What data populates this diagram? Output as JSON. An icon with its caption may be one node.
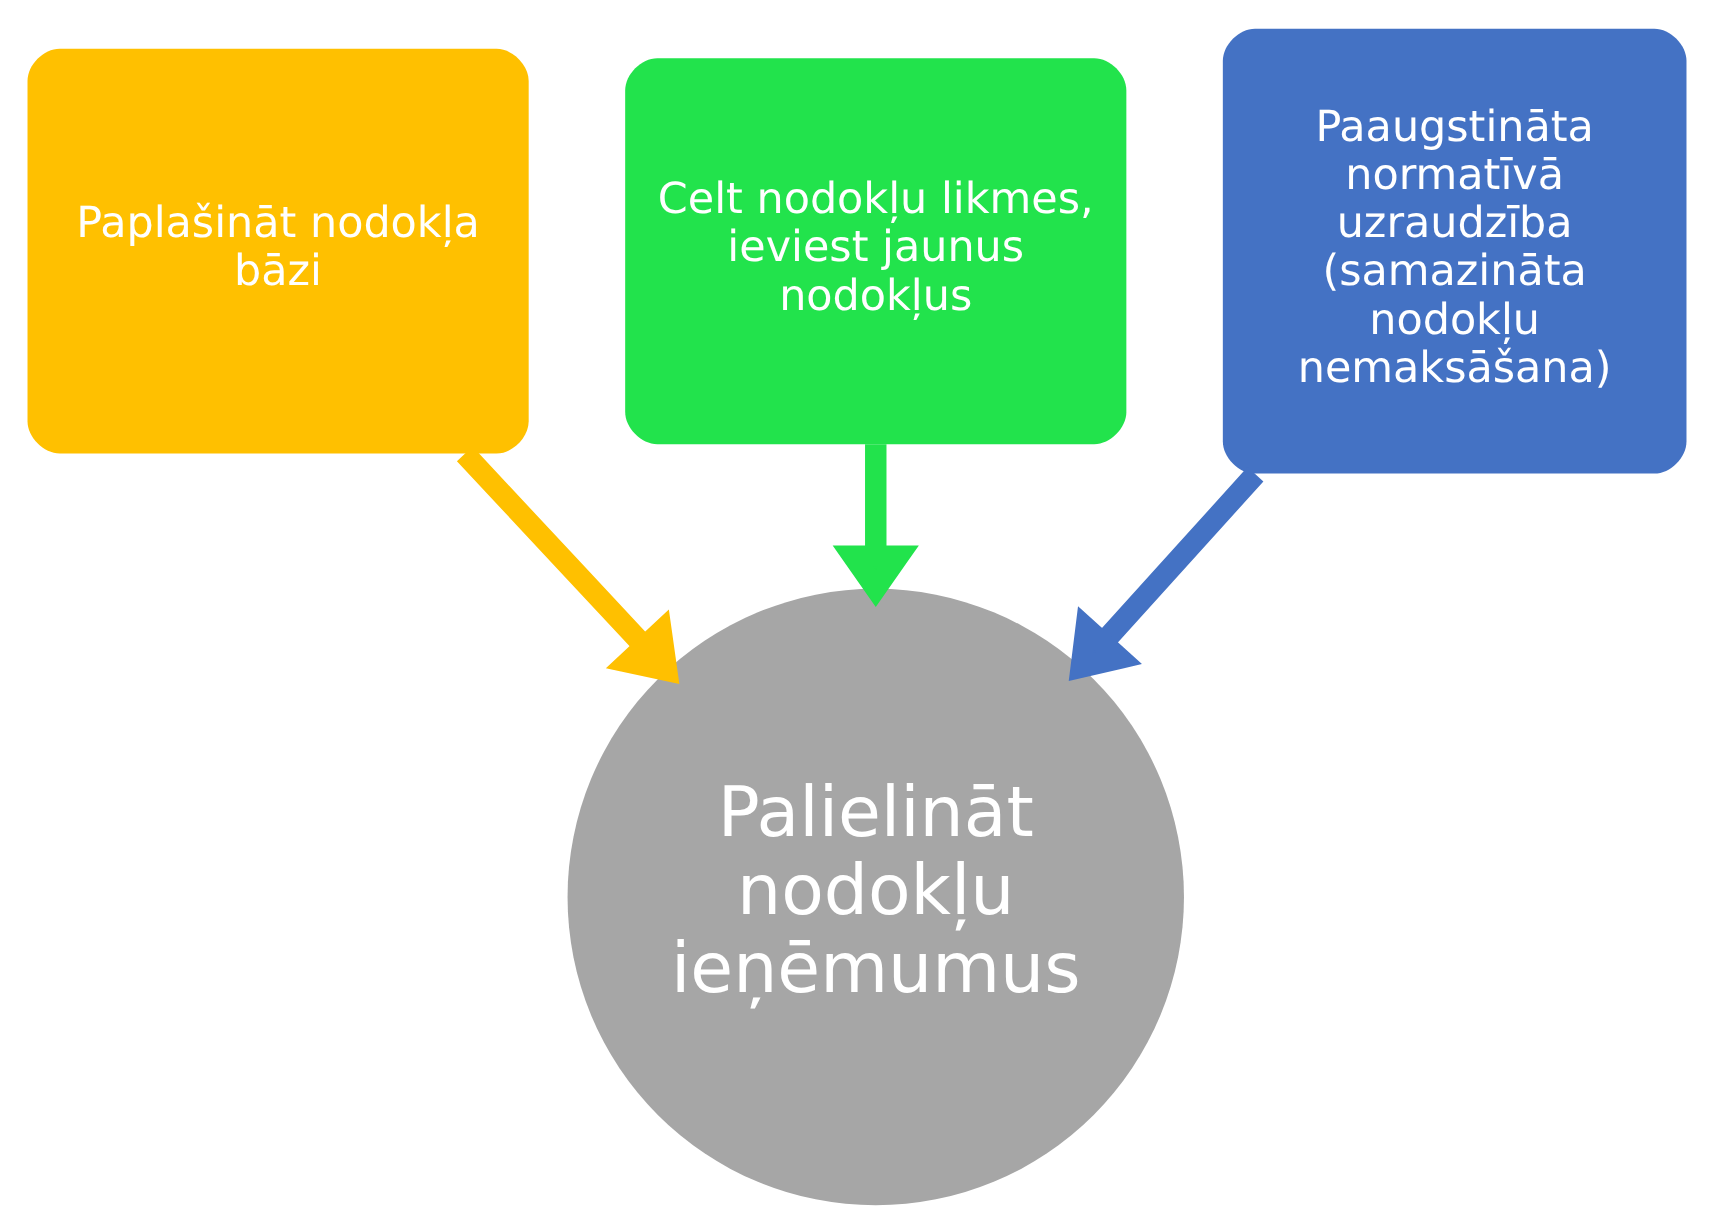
{
  "diagram": {
    "nodes": [
      {
        "text": [
          "Paplašināt nodokļa bāzi"
        ]
      },
      {
        "text": [
          "Celt nodokļu likmes, ieviest jaunus nodokļus"
        ]
      },
      {
        "text": [
          "Paaugstināta normatīvā uzraudzība (samazināta nodokļu nemaksāšana)"
        ]
      },
      {
        "text": [
          "Palielināt nodokļu ieņēmumus"
        ]
      }
    ],
    "edges": [
      {
        "from": 0,
        "to": 3,
        "arrow": "to",
        "color": "#ffc000"
      },
      {
        "from": 1,
        "to": 3,
        "arrow": "to",
        "color": "#22e34c"
      },
      {
        "from": 2,
        "to": 3,
        "arrow": "to",
        "color": "#4472c4"
      }
    ]
  }
}
